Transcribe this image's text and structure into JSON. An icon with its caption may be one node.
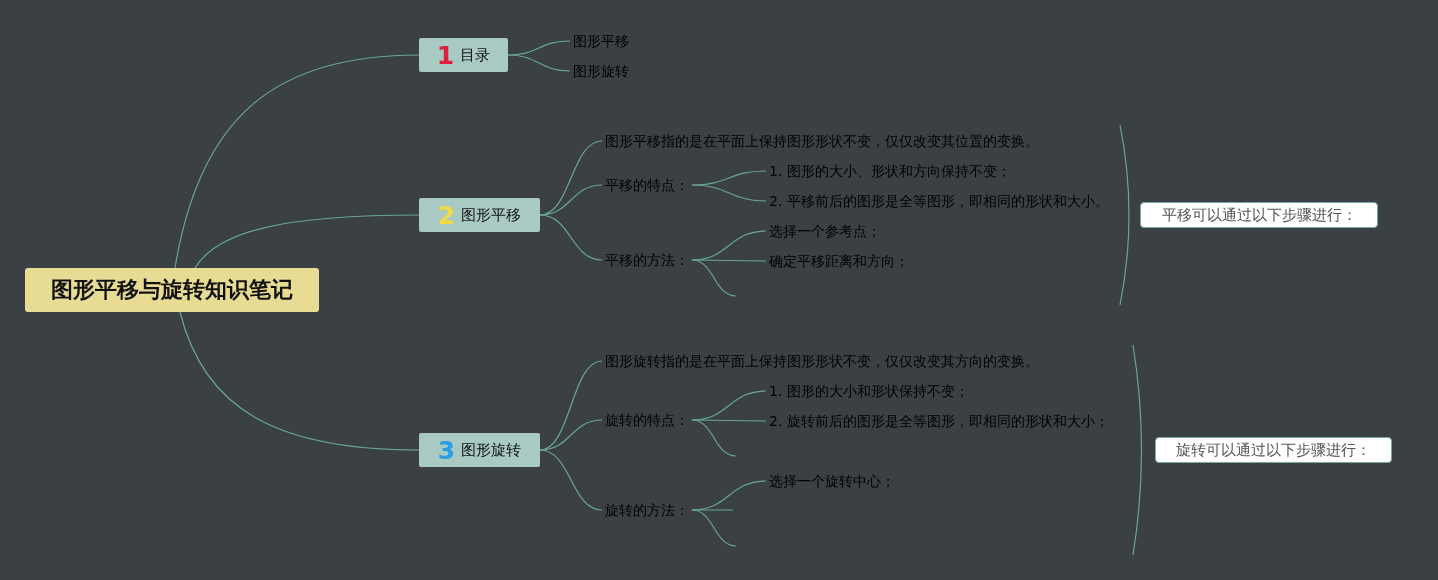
{
  "diagram": {
    "nodes": [
      {
        "text": [
          "图形平移与旋转知识笔记"
        ]
      },
      {
        "text": [
          "1",
          "目录"
        ]
      },
      {
        "text": [
          "图形平移"
        ]
      },
      {
        "text": [
          "图形旋转"
        ]
      },
      {
        "text": [
          "2",
          "图形平移"
        ]
      },
      {
        "text": [
          "图形平移指的是在平面上保持图形形状不变，仅仅改变其位置的变换。"
        ]
      },
      {
        "text": [
          "平移的特点："
        ]
      },
      {
        "text": [
          "1. 图形的大小、形状和方向保持不变；"
        ]
      },
      {
        "text": [
          "2. 平移前后的图形是全等图形，即相同的形状和大小。"
        ]
      },
      {
        "text": [
          "平移的方法："
        ]
      },
      {
        "text": [
          "选择一个参考点；"
        ]
      },
      {
        "text": [
          "确定平移距离和方向；"
        ]
      },
      {
        "text": [
          "平移可以通过以下步骤进行："
        ]
      },
      {
        "text": [
          "3",
          "图形旋转"
        ]
      },
      {
        "text": [
          "图形旋转指的是在平面上保持图形形状不变，仅仅改变其方向的变换。"
        ]
      },
      {
        "text": [
          "旋转的特点："
        ]
      },
      {
        "text": [
          "1. 图形的大小和形状保持不变；"
        ]
      },
      {
        "text": [
          "2. 旋转前后的图形是全等图形，即相同的形状和大小；"
        ]
      },
      {
        "text": [
          "旋转的方法："
        ]
      },
      {
        "text": [
          "选择一个旋转中心；"
        ]
      },
      {
        "text": [
          "旋转可以通过以下步骤进行："
        ]
      }
    ],
    "edges": [
      {
        "from": 0,
        "to": 1,
        "arrow": "none"
      },
      {
        "from": 0,
        "to": 4,
        "arrow": "none"
      },
      {
        "from": 0,
        "to": 13,
        "arrow": "none"
      },
      {
        "from": 1,
        "to": 2,
        "arrow": "none"
      },
      {
        "from": 1,
        "to": 3,
        "arrow": "none"
      },
      {
        "from": 4,
        "to": 5,
        "arrow": "none"
      },
      {
        "from": 4,
        "to": 6,
        "arrow": "none"
      },
      {
        "from": 4,
        "to": 9,
        "arrow": "none"
      },
      {
        "from": 6,
        "to": 7,
        "arrow": "none"
      },
      {
        "from": 6,
        "to": 8,
        "arrow": "none"
      },
      {
        "from": 9,
        "to": 10,
        "arrow": "none"
      },
      {
        "from": 9,
        "to": 11,
        "arrow": "none"
      },
      {
        "from": 9,
        "to": null,
        "arrow": "none"
      },
      {
        "from": 13,
        "to": 14,
        "arrow": "none"
      },
      {
        "from": 13,
        "to": 15,
        "arrow": "none"
      },
      {
        "from": 13,
        "to": 18,
        "arrow": "none"
      },
      {
        "from": 15,
        "to": 16,
        "arrow": "none"
      },
      {
        "from": 15,
        "to": 17,
        "arrow": "none"
      },
      {
        "from": 15,
        "to": null,
        "arrow": "none"
      },
      {
        "from": 18,
        "to": 19,
        "arrow": "none"
      },
      {
        "from": 18,
        "to": null,
        "arrow": "none"
      },
      {
        "from": 18,
        "to": null,
        "arrow": "none"
      }
    ]
  }
}
